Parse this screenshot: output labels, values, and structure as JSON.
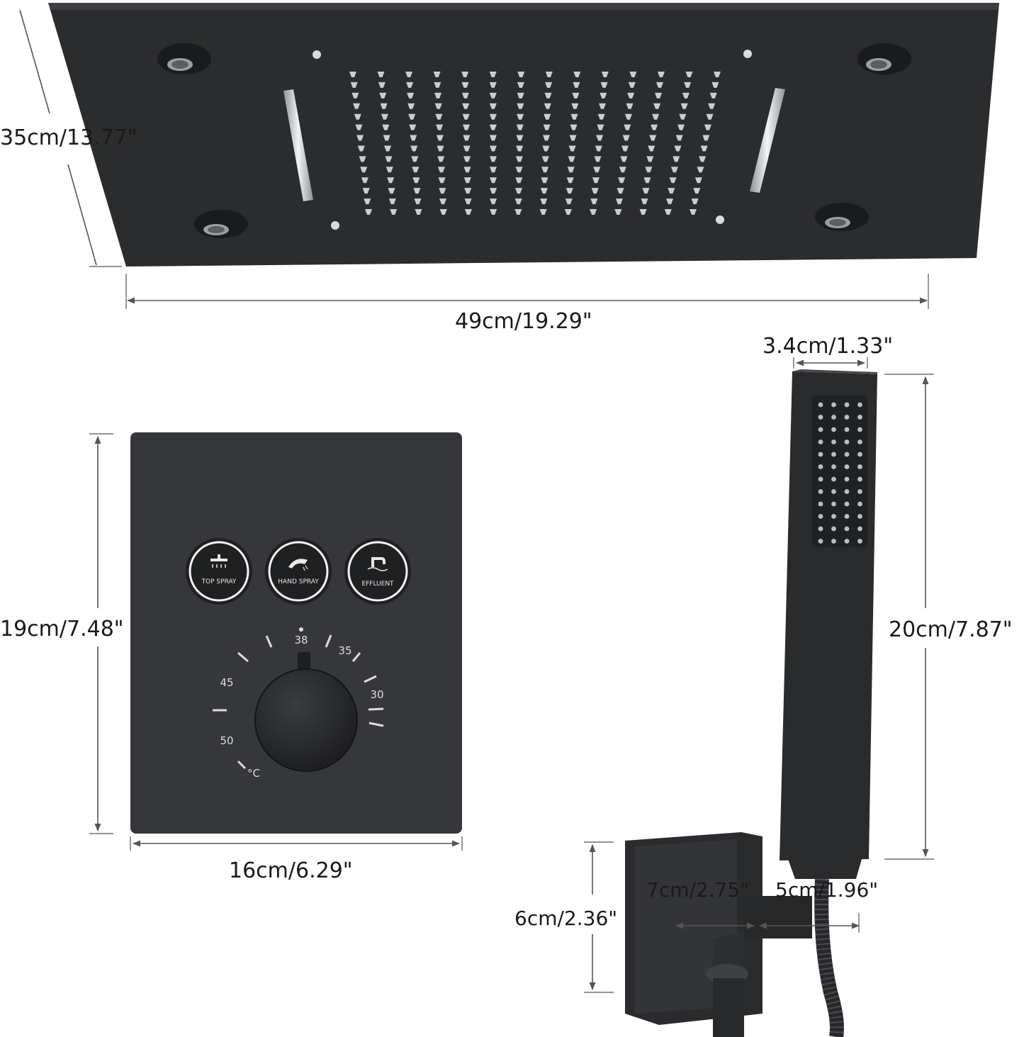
{
  "dimensions": {
    "rain_head_depth": "35cm/13.77\"",
    "rain_head_width": "49cm/19.29\"",
    "handheld_width": "3.4cm/1.33\"",
    "panel_height": "19cm/7.48\"",
    "handheld_length": "20cm/7.87\"",
    "panel_width": "16cm/6.29\"",
    "holder_depth": "7cm/2.75\"",
    "holder_outlet": "5cm/1.96\"",
    "holder_height": "6cm/2.36\""
  },
  "control_panel": {
    "buttons": [
      {
        "label": "TOP SPRAY",
        "icon": "rain-shower-icon"
      },
      {
        "label": "HAND SPRAY",
        "icon": "hand-shower-icon"
      },
      {
        "label": "EFFLUENT",
        "icon": "tub-spout-icon"
      }
    ],
    "temperature_marks": [
      "38",
      "35",
      "30",
      "45",
      "50"
    ],
    "unit": "°C"
  },
  "colors": {
    "matte_black": "#2a2b2d",
    "panel_black": "#35373a",
    "chrome": "#d9dde2",
    "dimension_line": "#555555"
  }
}
